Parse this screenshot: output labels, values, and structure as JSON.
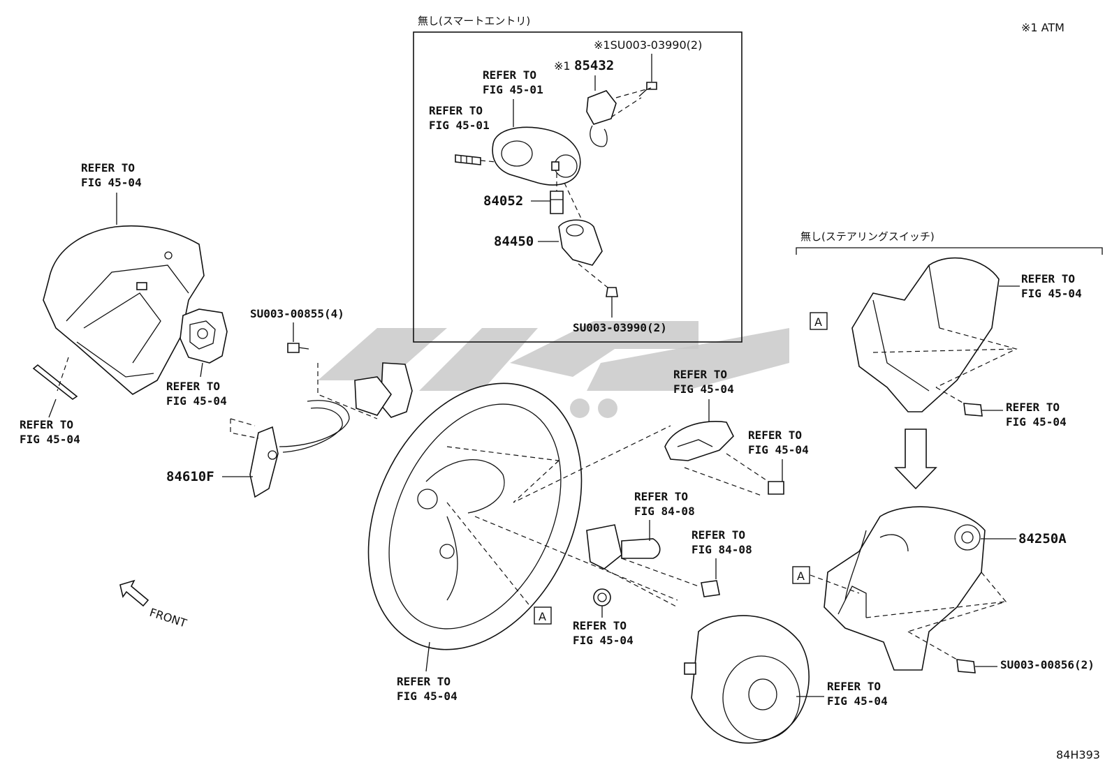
{
  "notes": {
    "atm_note": "※1 ATM",
    "figure_code": "84H393",
    "front": "FRONT"
  },
  "groups": {
    "smart_entry": "無し(スマートエントリ)",
    "steering_switch": "無し(ステアリングスイッチ)"
  },
  "ref_45_04": "FIG 45-04",
  "ref_45_01": "FIG 45-01",
  "ref_84_08": "FIG 84-08",
  "refer_to": "REFER TO",
  "marker": "A",
  "parts": {
    "p85432_prefix": "※1",
    "p85432": "85432",
    "su_03990_top": "※1SU003-03990(2)",
    "p84052": "84052",
    "p84450": "84450",
    "su_03990_bottom": "SU003-03990(2)",
    "su_00855": "SU003-00855(4)",
    "p84610f": "84610F",
    "p84250a": "84250A",
    "su_00856": "SU003-00856(2)"
  }
}
